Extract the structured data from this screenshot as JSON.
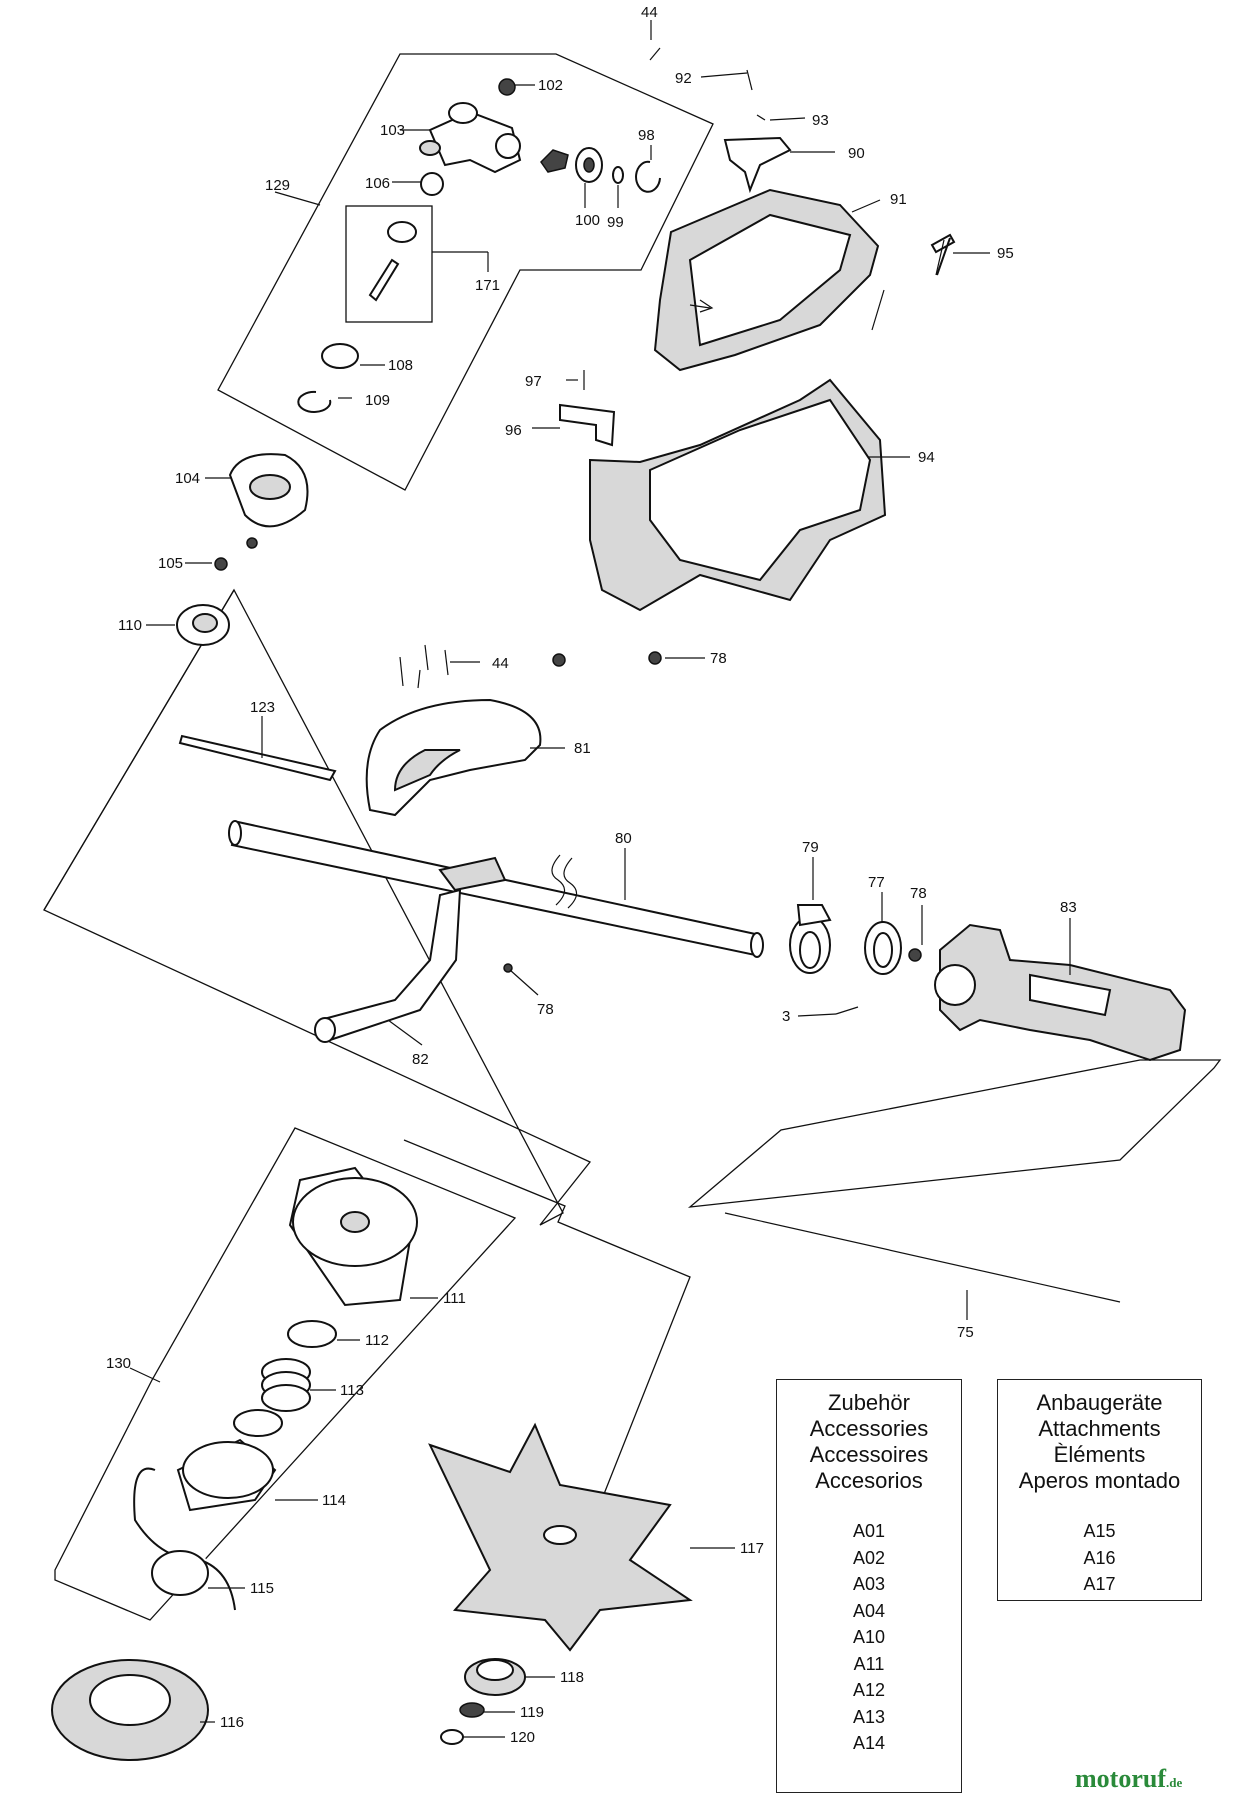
{
  "callouts": [
    "44",
    "92",
    "93",
    "102",
    "103",
    "90",
    "98",
    "129",
    "106",
    "100",
    "99",
    "91",
    "95",
    "171",
    "108",
    "97",
    "109",
    "96",
    "94",
    "104",
    "105",
    "110",
    "78",
    "44",
    "123",
    "81",
    "80",
    "79",
    "77",
    "78",
    "83",
    "3",
    "78",
    "82",
    "111",
    "112",
    "130",
    "113",
    "114",
    "75",
    "117",
    "115",
    "118",
    "119",
    "116",
    "120"
  ],
  "accessories_box": {
    "headings": [
      "Zubehör",
      "Accessories",
      "Accessoires",
      "Accesorios"
    ],
    "codes": [
      "A01",
      "A02",
      "A03",
      "A04",
      "A10",
      "A11",
      "A12",
      "A13",
      "A14"
    ]
  },
  "attachments_box": {
    "headings": [
      "Anbaugeräte",
      "Attachments",
      "Èléments",
      "Aperos montado"
    ],
    "codes": [
      "A15",
      "A16",
      "A17"
    ]
  },
  "watermark": {
    "brand": "motoruf",
    "suffix": ".de"
  },
  "colors": {
    "line": "#111111",
    "shade": "#d8d8d8",
    "watermark": "#2a8a3a"
  }
}
